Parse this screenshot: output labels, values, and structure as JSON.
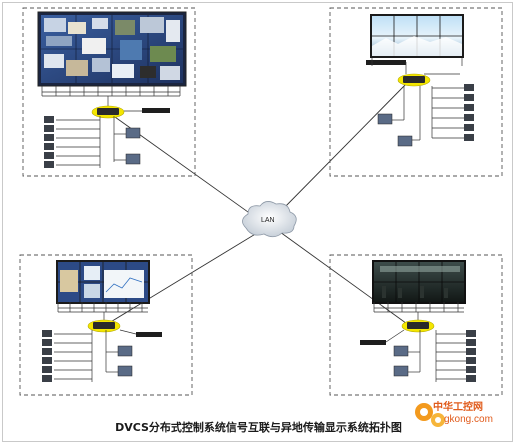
{
  "caption": "DVCS分布式控制系统信号互联与异地传输显示系统拓扑图",
  "network": {
    "label": "LAN"
  },
  "watermark": {
    "name": "中华工控网",
    "url": "gkong.com"
  },
  "colors": {
    "switch": "#f4e600",
    "line": "#333333",
    "box_border": "#555555"
  },
  "sites": [
    "top-left",
    "top-right",
    "bottom-left",
    "bottom-right"
  ]
}
